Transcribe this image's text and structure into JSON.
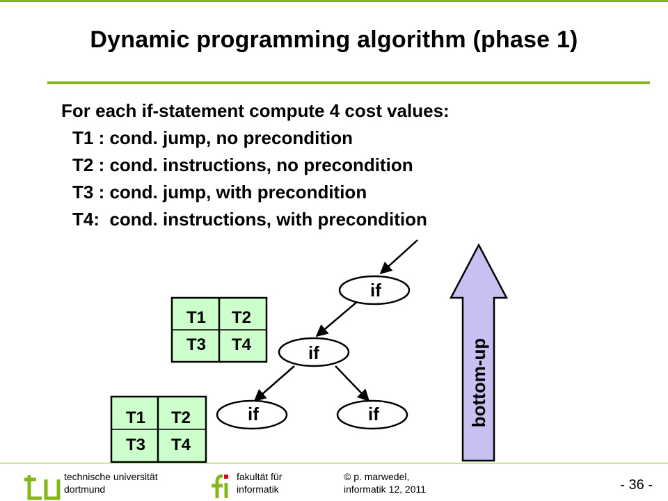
{
  "title": "Dynamic programming algorithm (phase 1)",
  "body": {
    "intro": "For each if-statement compute 4 cost values:",
    "lines": [
      "T1 : cond. jump, no precondition",
      "T2 : cond. instructions, no precondition",
      "T3 : cond. jump, with precondition",
      "T4:  cond. instructions, with precondition"
    ]
  },
  "diagram": {
    "nodes": [
      "if",
      "if",
      "if",
      "if"
    ],
    "table_upper": {
      "t1": "T1",
      "t2": "T2",
      "t3": "T3",
      "t4": "T4"
    },
    "table_lower": {
      "t1": "T1",
      "t2": "T2",
      "t3": "T3",
      "t4": "T4"
    },
    "arrow_label": "bottom-up"
  },
  "footer": {
    "uni_line1": "technische universität",
    "uni_line2": "dortmund",
    "fak_line1": "fakultät für",
    "fak_line2": "informatik",
    "author_line1": "© p. marwedel,",
    "author_line2": "informatik 12,  2011",
    "page": "- 36 -"
  },
  "colors": {
    "accent_green": "#84b819",
    "table_fill": "#ccffcc",
    "arrow_fill": "#c7c1f2",
    "tu_logo": "#84b819",
    "fi_logo": "#84b819"
  }
}
